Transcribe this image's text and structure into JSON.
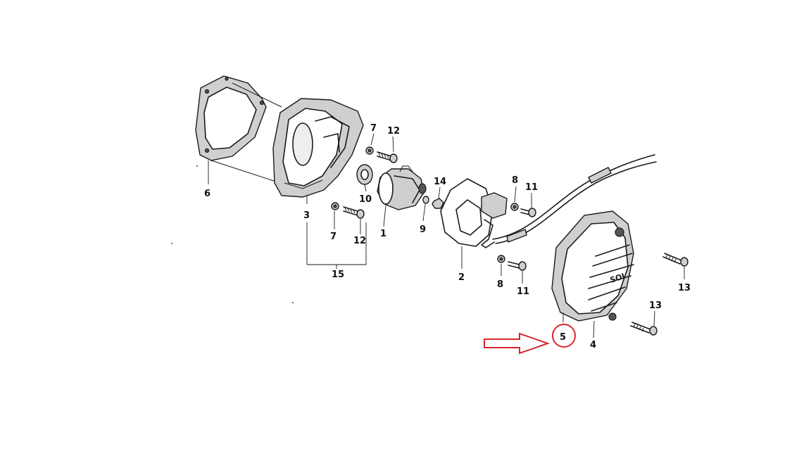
{
  "diagram": {
    "callouts": [
      {
        "id": "c6",
        "text": "6"
      },
      {
        "id": "c3",
        "text": "3"
      },
      {
        "id": "c15",
        "text": "15"
      },
      {
        "id": "c7a",
        "text": "7"
      },
      {
        "id": "c12a",
        "text": "12"
      },
      {
        "id": "c7b",
        "text": "7"
      },
      {
        "id": "c12b",
        "text": "12"
      },
      {
        "id": "c10",
        "text": "10"
      },
      {
        "id": "c1",
        "text": "1"
      },
      {
        "id": "c9",
        "text": "9"
      },
      {
        "id": "c14",
        "text": "14"
      },
      {
        "id": "c2",
        "text": "2"
      },
      {
        "id": "c8a",
        "text": "8"
      },
      {
        "id": "c11a",
        "text": "11"
      },
      {
        "id": "c8b",
        "text": "8"
      },
      {
        "id": "c11b",
        "text": "11"
      },
      {
        "id": "c13a",
        "text": "13"
      },
      {
        "id": "c13b",
        "text": "13"
      },
      {
        "id": "c4",
        "text": "4"
      },
      {
        "id": "c5",
        "text": "5"
      }
    ],
    "cover_mark": "SOI",
    "highlight_color": "#d9262c",
    "ink_color": "#1a1a1a"
  }
}
